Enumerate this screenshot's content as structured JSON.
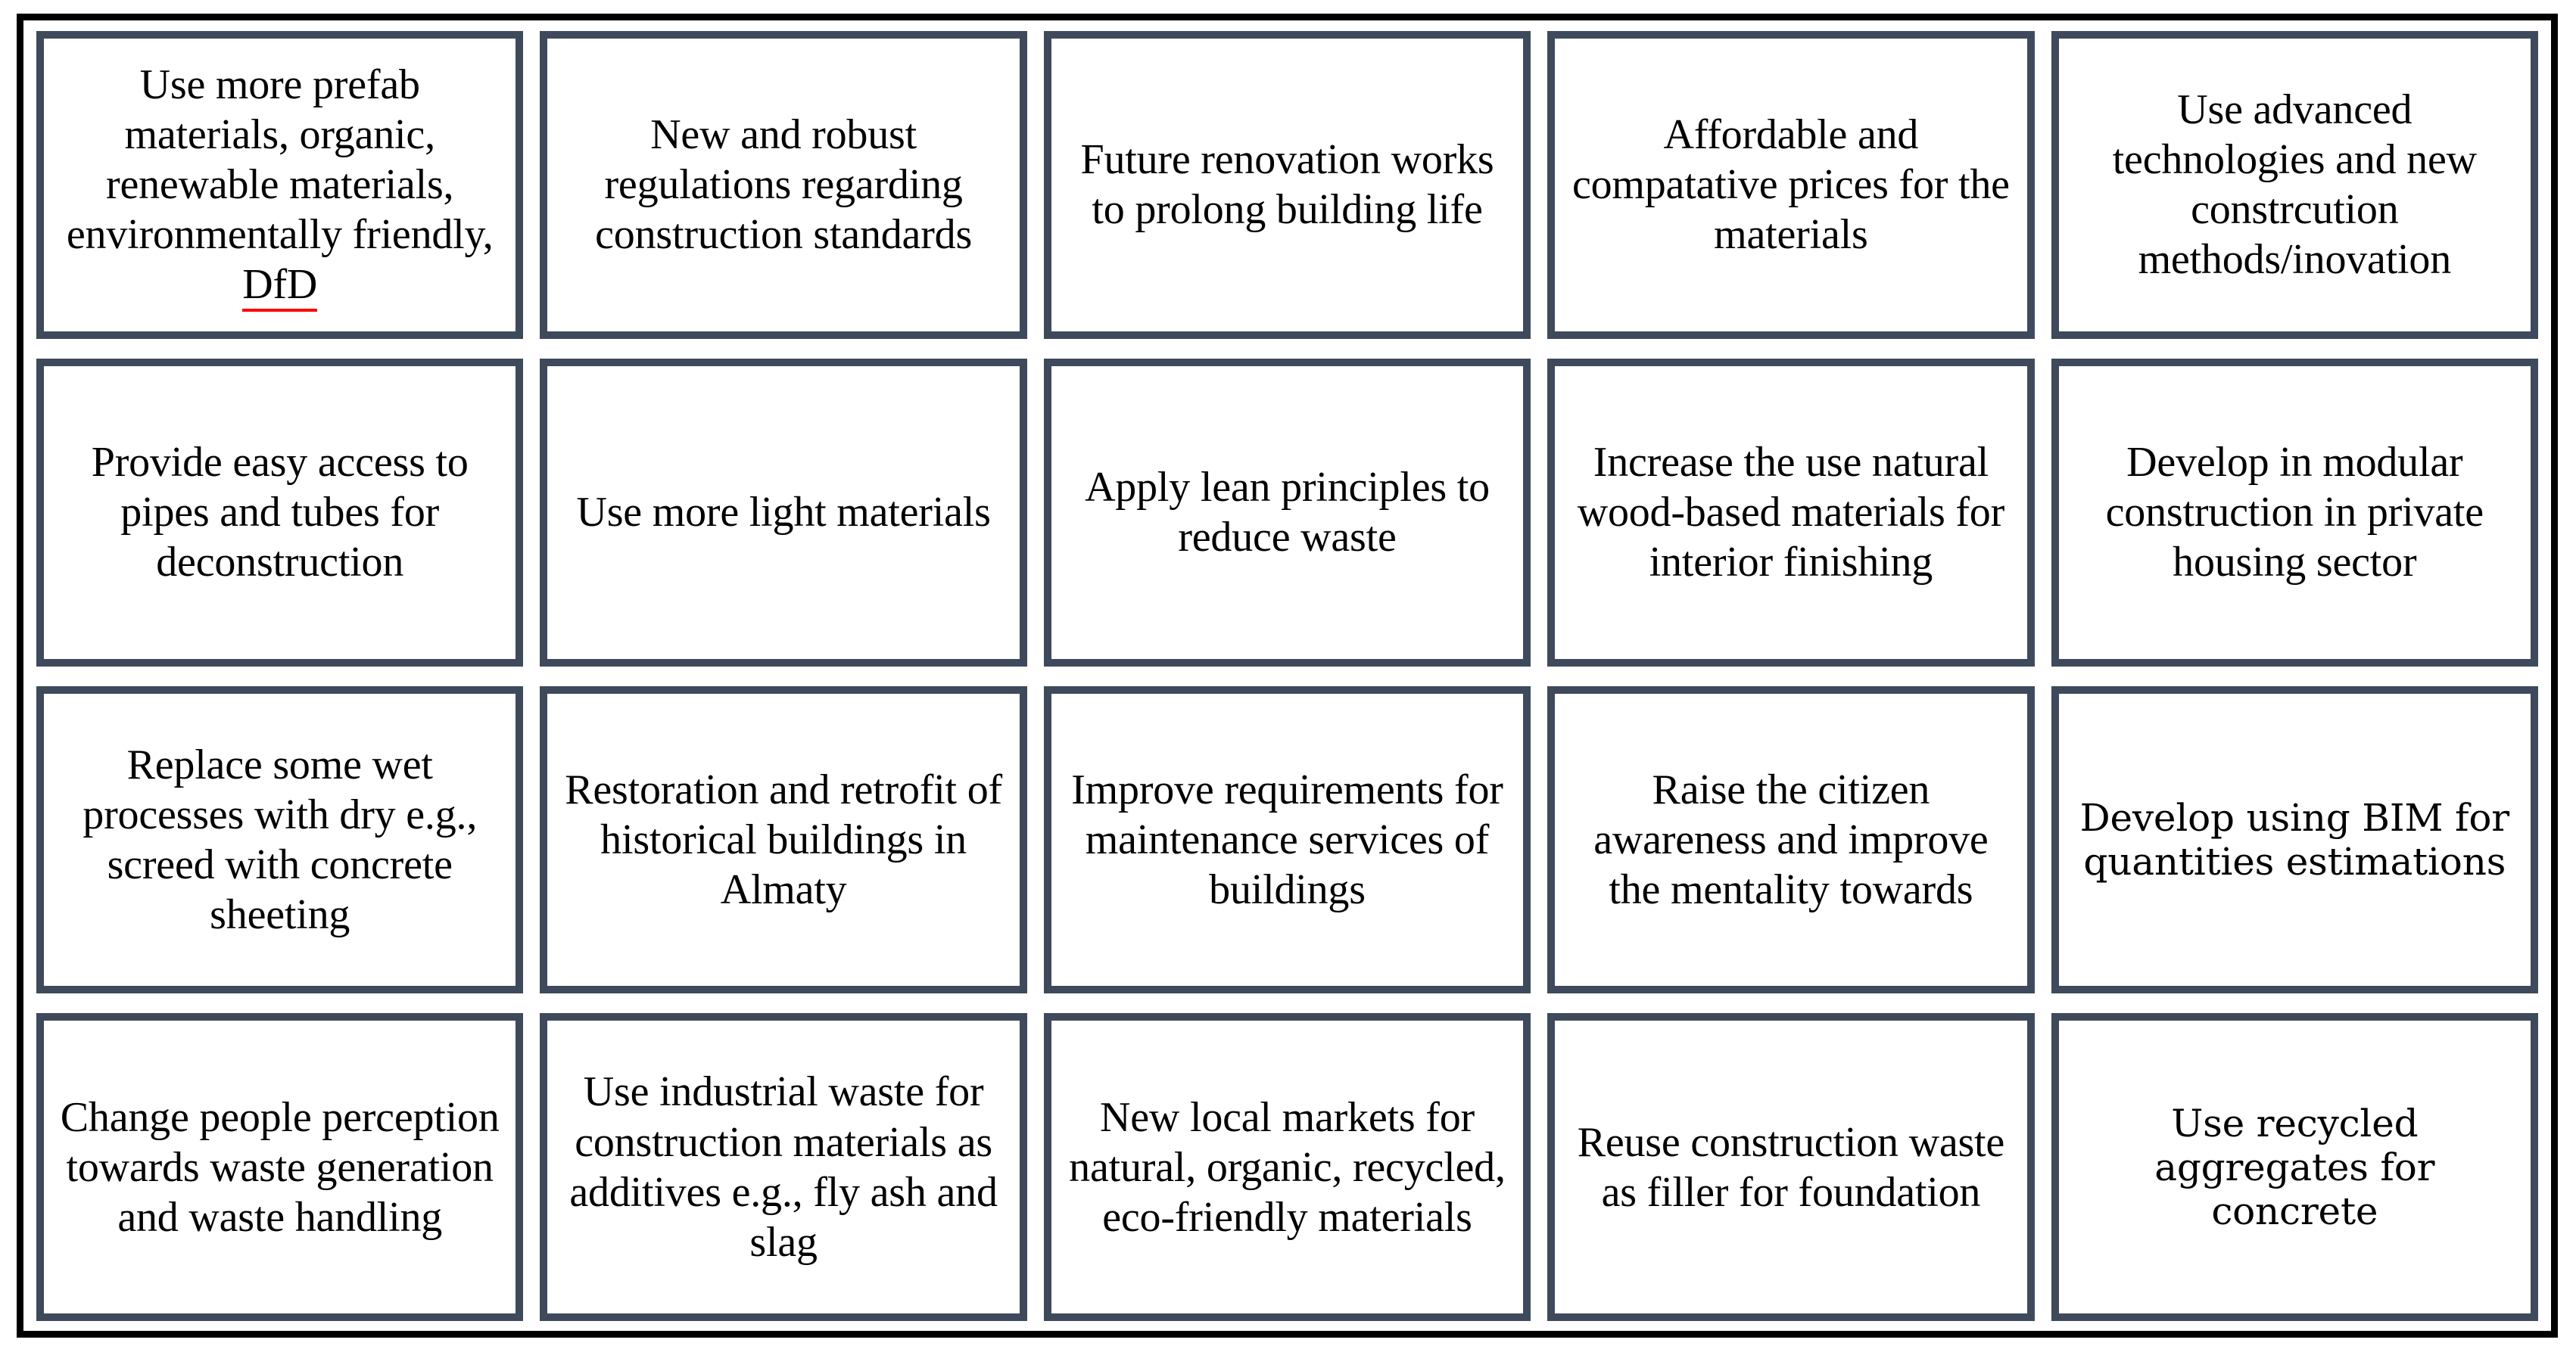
{
  "figure": {
    "type": "matrix-grid",
    "rows": 4,
    "columns": 5,
    "colors": {
      "outer_frame": "#000000",
      "cell_border": "#3e4a5c",
      "cell_background": "#ffffff",
      "text": "#000000",
      "spellcheck_underline": "#ff0000"
    }
  },
  "cells": [
    {
      "row": 1,
      "col": 1,
      "text_before": "Use more prefab materials, organic, renewable materials, environmentally friendly, ",
      "spellcheck_word": "DfD",
      "text_after": "",
      "text": "Use more prefab materials, organic, renewable materials, environmentally friendly, DfD",
      "has_spellcheck_underline": true
    },
    {
      "row": 1,
      "col": 2,
      "text": "New and robust regulations regarding construction standards",
      "has_spellcheck_underline": false
    },
    {
      "row": 1,
      "col": 3,
      "text": "Future renovation works to prolong building life",
      "has_spellcheck_underline": false
    },
    {
      "row": 1,
      "col": 4,
      "text": "Affordable and compatative prices for the materials",
      "has_spellcheck_underline": false
    },
    {
      "row": 1,
      "col": 5,
      "text": "Use advanced technologies and new constrcution methods/inovation",
      "has_spellcheck_underline": false
    },
    {
      "row": 2,
      "col": 1,
      "text": "Provide easy access to pipes and tubes for deconstruction",
      "has_spellcheck_underline": false
    },
    {
      "row": 2,
      "col": 2,
      "text": "Use more light materials",
      "has_spellcheck_underline": false
    },
    {
      "row": 2,
      "col": 3,
      "text": "Apply lean principles to reduce waste",
      "has_spellcheck_underline": false
    },
    {
      "row": 2,
      "col": 4,
      "text": "Increase the use natural wood-based materials for interior finishing",
      "has_spellcheck_underline": false
    },
    {
      "row": 2,
      "col": 5,
      "text": "Develop in modular construction in private housing sector",
      "has_spellcheck_underline": false
    },
    {
      "row": 3,
      "col": 1,
      "text": "Replace some wet processes with dry e.g., screed with concrete sheeting",
      "has_spellcheck_underline": false
    },
    {
      "row": 3,
      "col": 2,
      "text": "Restoration and retrofit of historical buildings in Almaty",
      "has_spellcheck_underline": false
    },
    {
      "row": 3,
      "col": 3,
      "text": "Improve requirements for maintenance services of buildings",
      "has_spellcheck_underline": false
    },
    {
      "row": 3,
      "col": 4,
      "text": "Raise the citizen awareness and improve the mentality towards",
      "has_spellcheck_underline": false
    },
    {
      "row": 3,
      "col": 5,
      "text": "Develop using BIM for quantities estimations",
      "has_spellcheck_underline": false
    },
    {
      "row": 4,
      "col": 1,
      "text": "Change people perception towards waste generation and waste handling",
      "has_spellcheck_underline": false
    },
    {
      "row": 4,
      "col": 2,
      "text": "Use industrial waste for construction materials as additives e.g., fly ash and slag",
      "has_spellcheck_underline": false
    },
    {
      "row": 4,
      "col": 3,
      "text": "New local markets for natural, organic, recycled, eco-friendly materials",
      "has_spellcheck_underline": false
    },
    {
      "row": 4,
      "col": 4,
      "text": "Reuse construction waste as filler for foundation",
      "has_spellcheck_underline": false
    },
    {
      "row": 4,
      "col": 5,
      "text": "Use recycled aggregates for concrete",
      "has_spellcheck_underline": false
    }
  ]
}
